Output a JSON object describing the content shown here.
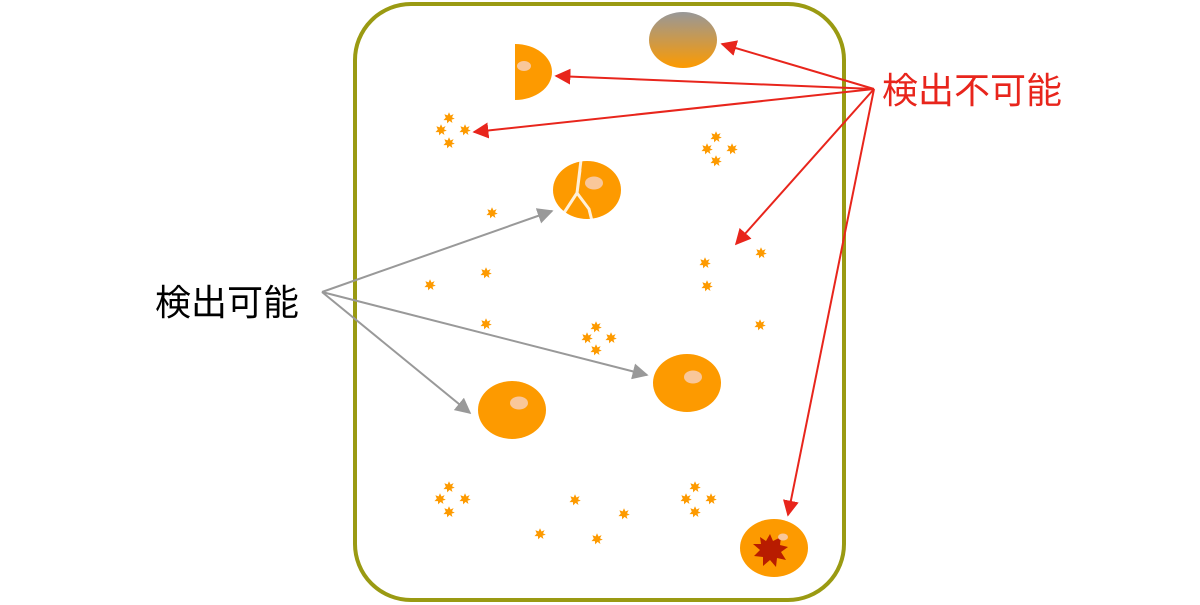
{
  "labels": {
    "detectable": "検出可能",
    "undetectable": "検出不可能"
  },
  "colors": {
    "container_border": "#9a9a12",
    "cell_fill": "#fd9a00",
    "highlight": "#f9c79a",
    "detectable_arrow": "#999999",
    "undetectable_arrow": "#e8251c",
    "grey_cell_top": "#999999",
    "damaged_spot": "#b81c00"
  },
  "icons": {
    "particle": "starburst-icon",
    "cell": "orange-cell",
    "half_cell": "half-cell",
    "split_cell": "cracked-cell",
    "grey_cell": "gradient-grey-cell",
    "damaged_cell": "damaged-cell"
  }
}
